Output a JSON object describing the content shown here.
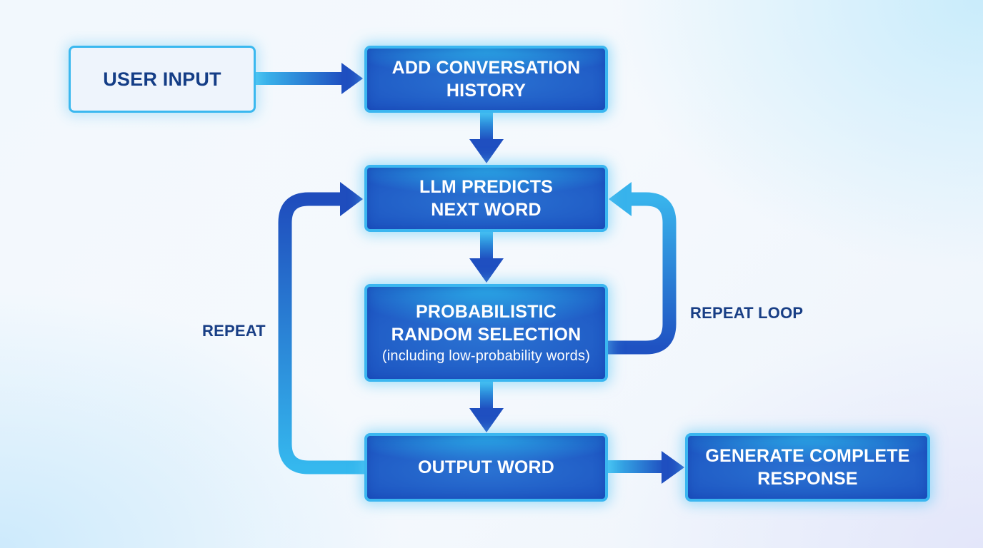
{
  "diagram": {
    "type": "flowchart",
    "nodes": [
      {
        "id": "user-input",
        "lines": [
          "USER INPUT"
        ]
      },
      {
        "id": "add-history",
        "lines": [
          "ADD CONVERSATION",
          "HISTORY"
        ]
      },
      {
        "id": "llm-predicts",
        "lines": [
          "LLM PREDICTS",
          "NEXT WORD"
        ]
      },
      {
        "id": "random-selection",
        "lines": [
          "PROBABILISTIC",
          "RANDOM SELECTION"
        ],
        "subtitle": "(including low-probability words)"
      },
      {
        "id": "output-word",
        "lines": [
          "OUTPUT WORD"
        ]
      },
      {
        "id": "generate-response",
        "lines": [
          "GENERATE COMPLETE",
          "RESPONSE"
        ]
      }
    ],
    "edges": [
      {
        "from": "user-input",
        "to": "add-history"
      },
      {
        "from": "add-history",
        "to": "llm-predicts"
      },
      {
        "from": "llm-predicts",
        "to": "random-selection"
      },
      {
        "from": "random-selection",
        "to": "output-word"
      },
      {
        "from": "output-word",
        "to": "generate-response"
      },
      {
        "from": "output-word",
        "to": "llm-predicts",
        "label": "REPEAT"
      },
      {
        "from": "random-selection",
        "to": "llm-predicts",
        "label": "REPEAT LOOP"
      }
    ],
    "labels": {
      "repeat": "REPEAT",
      "repeat_loop": "REPEAT LOOP"
    },
    "colors": {
      "box_fill": "#1d55c2",
      "box_border": "#3ab6f0",
      "arrow_dark": "#1f4fc0",
      "arrow_light": "#35b6ee",
      "label_text": "#183e85"
    }
  }
}
